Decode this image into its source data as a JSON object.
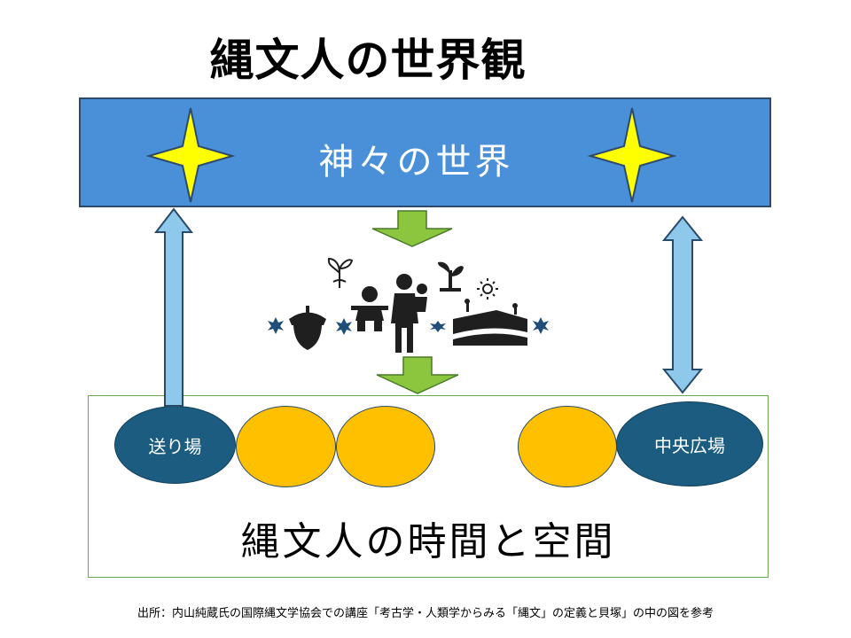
{
  "title": "縄文人の世界観",
  "upper": {
    "label": "神々の世界"
  },
  "lower": {
    "label": "縄文人の時間と空間",
    "left_oval": "送り場",
    "right_oval": "中央広場"
  },
  "source": "出所：内山純蔵氏の国際縄文学協会での講座「考古学・人類学からみる「縄文」の定義と貝塚」の中の図を参考",
  "colors": {
    "god_world": "#4a90d9",
    "star": "#ffff00",
    "arrow_green": "#8cc63f",
    "arrow_blue": "#8ec8ea",
    "oval_dark": "#1b5c80",
    "oval_gold": "#ffc000",
    "icon_dark": "#1f4e79"
  },
  "icons": [
    "sprout-icon",
    "acorn-icon",
    "baby-icon",
    "mother-child-icon",
    "plant-icon",
    "sun-icon",
    "field-icon",
    "star-icon"
  ]
}
